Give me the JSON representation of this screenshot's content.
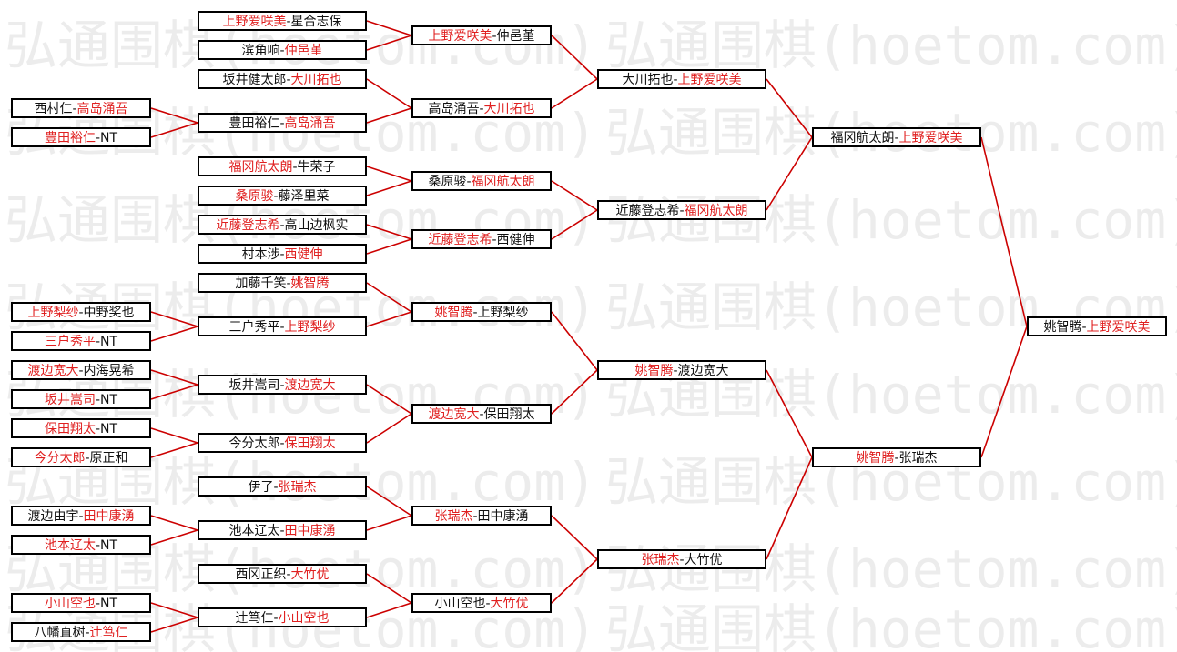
{
  "watermark": "弘通围棋(hoetom.com)",
  "colors": {
    "winner": "#e02020",
    "line": "#cc0000",
    "text": "#111111",
    "watermark": "#ececec"
  },
  "prelim": [
    {
      "id": "p1",
      "a": "西村仁",
      "b": "高岛涌吾",
      "w": "b"
    },
    {
      "id": "p2",
      "a": "豊田裕仁",
      "b": "NT",
      "w": "a"
    },
    {
      "id": "p3",
      "a": "上野梨纱",
      "b": "中野奖也",
      "w": "a"
    },
    {
      "id": "p4",
      "a": "三户秀平",
      "b": "NT",
      "w": "a"
    },
    {
      "id": "p5",
      "a": "渡边宽大",
      "b": "内海晃希",
      "w": "a"
    },
    {
      "id": "p6",
      "a": "坂井嵩司",
      "b": "NT",
      "w": "a"
    },
    {
      "id": "p7",
      "a": "保田翔太",
      "b": "NT",
      "w": "a"
    },
    {
      "id": "p8",
      "a": "今分太郎",
      "b": "原正和",
      "w": "a"
    },
    {
      "id": "p9",
      "a": "渡边由宇",
      "b": "田中康湧",
      "w": "b"
    },
    {
      "id": "p10",
      "a": "池本辽太",
      "b": "NT",
      "w": "a"
    },
    {
      "id": "p11",
      "a": "小山空也",
      "b": "NT",
      "w": "a"
    },
    {
      "id": "p12",
      "a": "八幡直树",
      "b": "辻笃仁",
      "w": "b"
    }
  ],
  "round1": [
    {
      "id": "r1_1",
      "a": "上野爱咲美",
      "b": "星合志保",
      "w": "a"
    },
    {
      "id": "r1_2",
      "a": "滨角响",
      "b": "仲邑堇",
      "w": "b"
    },
    {
      "id": "r1_3",
      "a": "坂井健太郎",
      "b": "大川拓也",
      "w": "b"
    },
    {
      "id": "r1_4",
      "a": "豊田裕仁",
      "b": "高岛涌吾",
      "w": "b"
    },
    {
      "id": "r1_5",
      "a": "福冈航太朗",
      "b": "牛荣子",
      "w": "a"
    },
    {
      "id": "r1_6",
      "a": "桑原骏",
      "b": "藤泽里菜",
      "w": "a"
    },
    {
      "id": "r1_7",
      "a": "近藤登志希",
      "b": "高山边枫实",
      "w": "a"
    },
    {
      "id": "r1_8",
      "a": "村本涉",
      "b": "西健伸",
      "w": "b"
    },
    {
      "id": "r1_9",
      "a": "加藤千笑",
      "b": "姚智腾",
      "w": "b"
    },
    {
      "id": "r1_10",
      "a": "三户秀平",
      "b": "上野梨纱",
      "w": "b"
    },
    {
      "id": "r1_11",
      "a": "坂井嵩司",
      "b": "渡边宽大",
      "w": "b"
    },
    {
      "id": "r1_12",
      "a": "今分太郎",
      "b": "保田翔太",
      "w": "b"
    },
    {
      "id": "r1_13",
      "a": "伊了",
      "b": "张瑞杰",
      "w": "b"
    },
    {
      "id": "r1_14",
      "a": "池本辽太",
      "b": "田中康湧",
      "w": "b"
    },
    {
      "id": "r1_15",
      "a": "西冈正织",
      "b": "大竹优",
      "w": "b"
    },
    {
      "id": "r1_16",
      "a": "辻笃仁",
      "b": "小山空也",
      "w": "b"
    }
  ],
  "round2": [
    {
      "id": "r2_1",
      "a": "上野爱咲美",
      "b": "仲邑堇",
      "w": "a"
    },
    {
      "id": "r2_2",
      "a": "高岛涌吾",
      "b": "大川拓也",
      "w": "b"
    },
    {
      "id": "r2_3",
      "a": "桑原骏",
      "b": "福冈航太朗",
      "w": "b"
    },
    {
      "id": "r2_4",
      "a": "近藤登志希",
      "b": "西健伸",
      "w": "a"
    },
    {
      "id": "r2_5",
      "a": "姚智腾",
      "b": "上野梨纱",
      "w": "a"
    },
    {
      "id": "r2_6",
      "a": "渡边宽大",
      "b": "保田翔太",
      "w": "a"
    },
    {
      "id": "r2_7",
      "a": "张瑞杰",
      "b": "田中康湧",
      "w": "a"
    },
    {
      "id": "r2_8",
      "a": "小山空也",
      "b": "大竹优",
      "w": "b"
    }
  ],
  "round3": [
    {
      "id": "r3_1",
      "a": "大川拓也",
      "b": "上野爱咲美",
      "w": "b"
    },
    {
      "id": "r3_2",
      "a": "近藤登志希",
      "b": "福冈航太朗",
      "w": "b"
    },
    {
      "id": "r3_3",
      "a": "姚智腾",
      "b": "渡边宽大",
      "w": "a"
    },
    {
      "id": "r3_4",
      "a": "张瑞杰",
      "b": "大竹优",
      "w": "a"
    }
  ],
  "round4": [
    {
      "id": "r4_1",
      "a": "福冈航太朗",
      "b": "上野爱咲美",
      "w": "b"
    },
    {
      "id": "r4_2",
      "a": "姚智腾",
      "b": "张瑞杰",
      "w": "a"
    }
  ],
  "final": [
    {
      "id": "f1",
      "a": "姚智腾",
      "b": "上野爱咲美",
      "w": "b"
    }
  ]
}
